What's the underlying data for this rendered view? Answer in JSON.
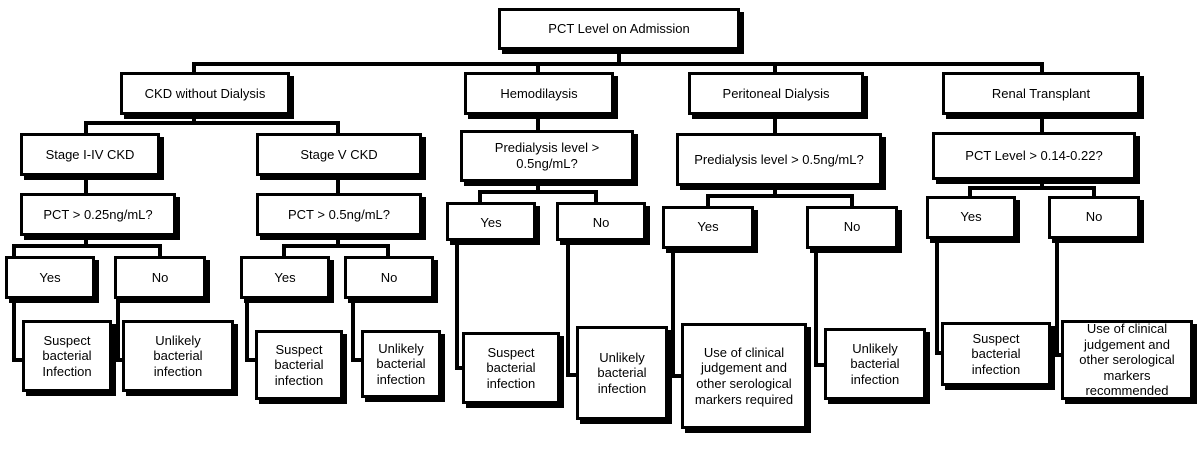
{
  "root": "PCT Level on Admission",
  "ckd": {
    "label": "CKD without Dialysis",
    "stage14": {
      "label": "Stage I-IV CKD",
      "question": "PCT > 0.25ng/mL?",
      "yes": "Yes",
      "no": "No",
      "yes_result": "Suspect bacterial Infection",
      "no_result": "Unlikely bacterial infection"
    },
    "stage5": {
      "label": "Stage V CKD",
      "question": "PCT > 0.5ng/mL?",
      "yes": "Yes",
      "no": "No",
      "yes_result": "Suspect bacterial infection",
      "no_result": "Unlikely bacterial infection"
    }
  },
  "hemo": {
    "label": "Hemodilaysis",
    "question": "Predialysis level  > 0.5ng/mL?",
    "yes": "Yes",
    "no": "No",
    "yes_result": "Suspect bacterial infection",
    "no_result": "Unlikely bacterial infection"
  },
  "pd": {
    "label": "Peritoneal Dialysis",
    "question": "Predialysis level > 0.5ng/mL?",
    "yes": "Yes",
    "no": "No",
    "yes_result": "Use of clinical judgement and other serological markers required",
    "no_result": "Unlikely bacterial infection"
  },
  "rt": {
    "label": "Renal Transplant",
    "question": "PCT Level > 0.14-0.22?",
    "yes": "Yes",
    "no": "No",
    "yes_result": "Suspect bacterial infection",
    "no_result": "Use of clinical judgement and other serological markers recommended"
  }
}
